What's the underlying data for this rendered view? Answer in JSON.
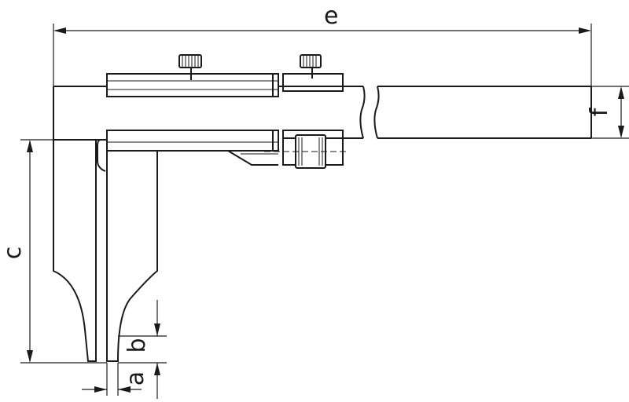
{
  "labels": {
    "a": "a",
    "b": "b",
    "c": "c",
    "e": "e",
    "f": "f"
  }
}
